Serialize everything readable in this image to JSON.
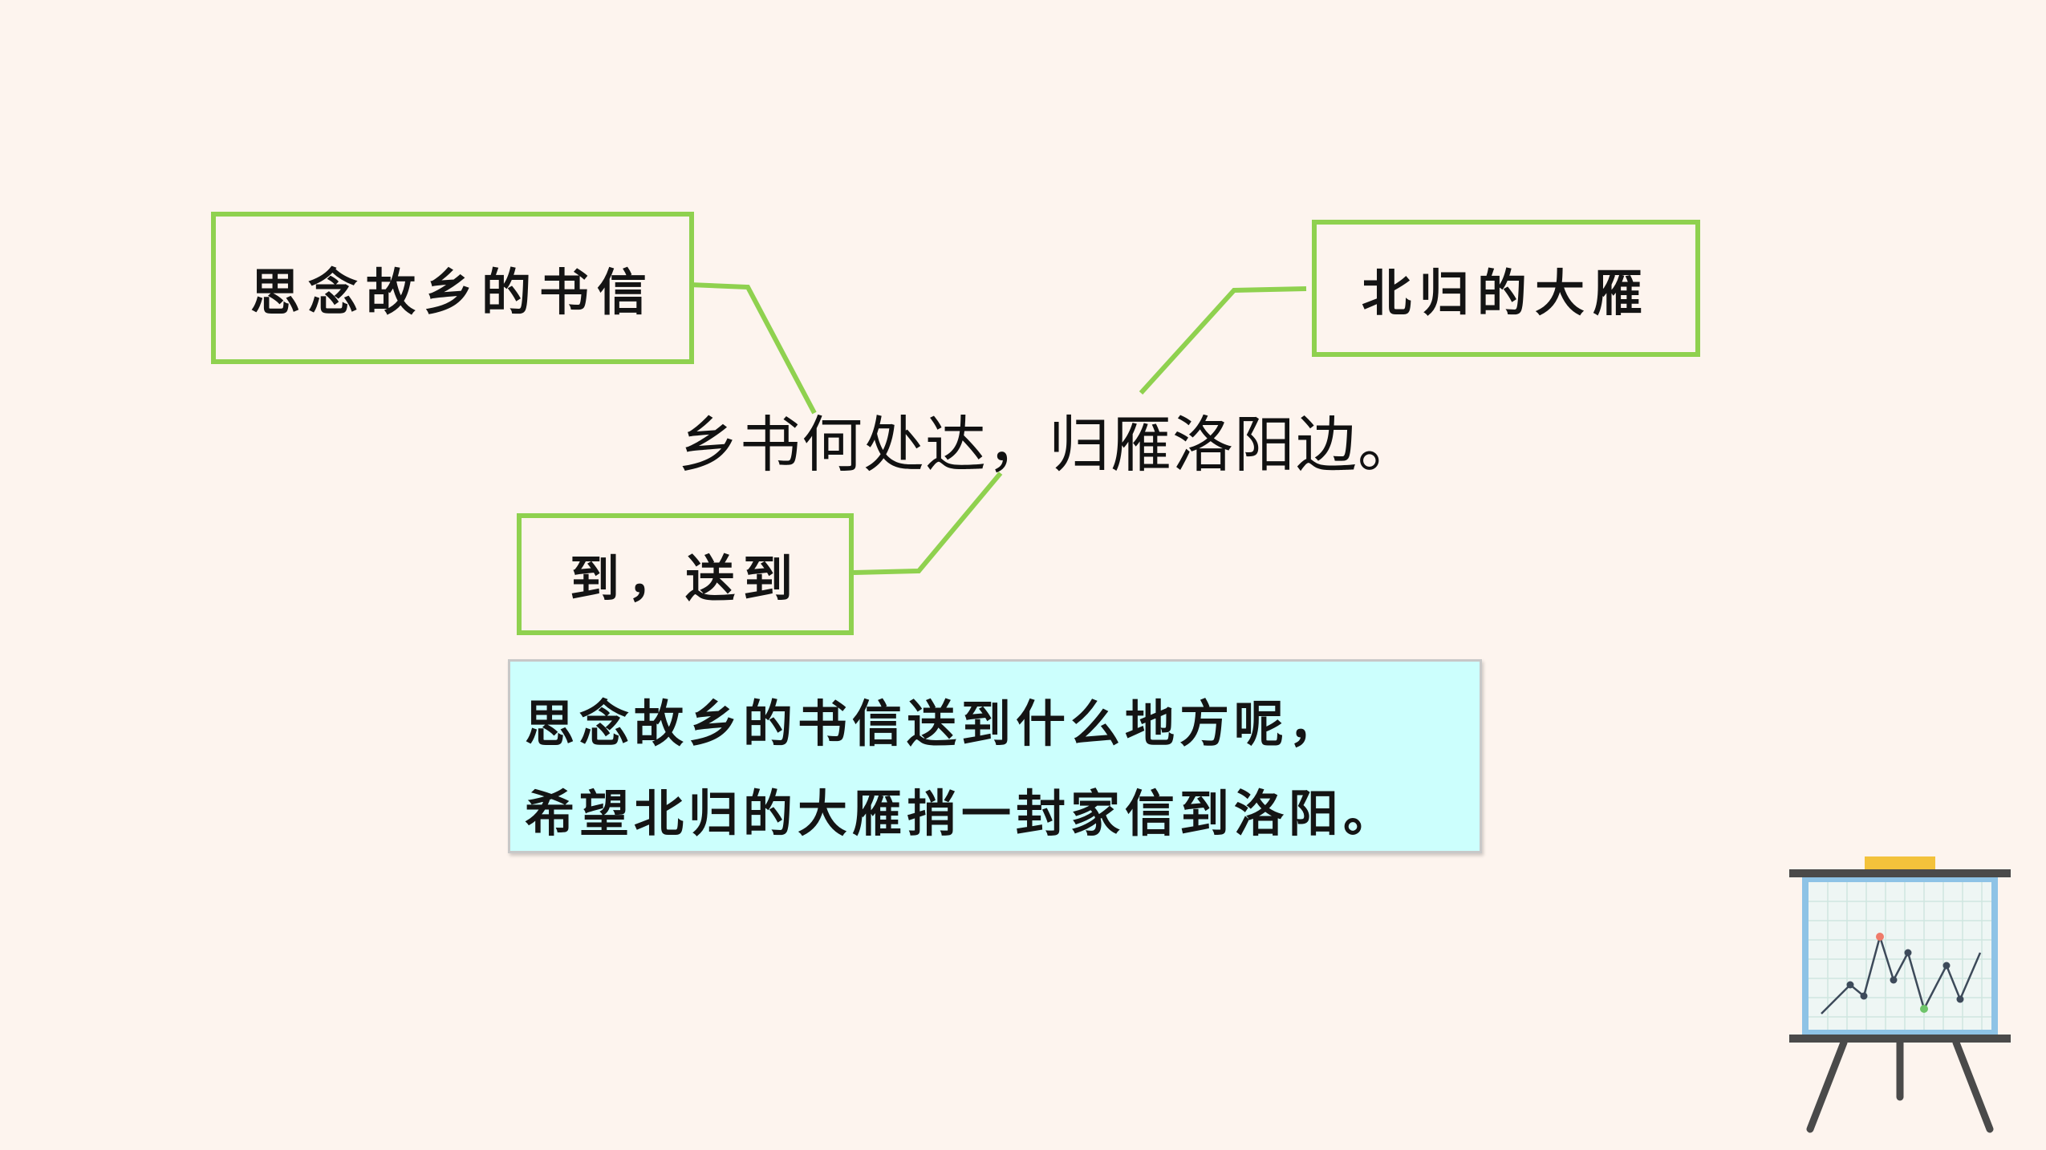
{
  "diagram": {
    "main_line": "乡书何处达，归雁洛阳边。",
    "glosses": {
      "left": "思念故乡的书信",
      "right": "北归的大雁",
      "bottom": "到，送到"
    },
    "explanation": {
      "line1": "思念故乡的书信送到什么地方呢，",
      "line2": "希望北归的大雁捎一封家信到洛阳。"
    },
    "colors": {
      "connector": "#8fd14f",
      "box_border": "#8fd14f",
      "explanation_bg": "#ccfffd",
      "background": "#fdf4ee"
    }
  },
  "decoration": {
    "icon": "easel-chart-icon"
  }
}
